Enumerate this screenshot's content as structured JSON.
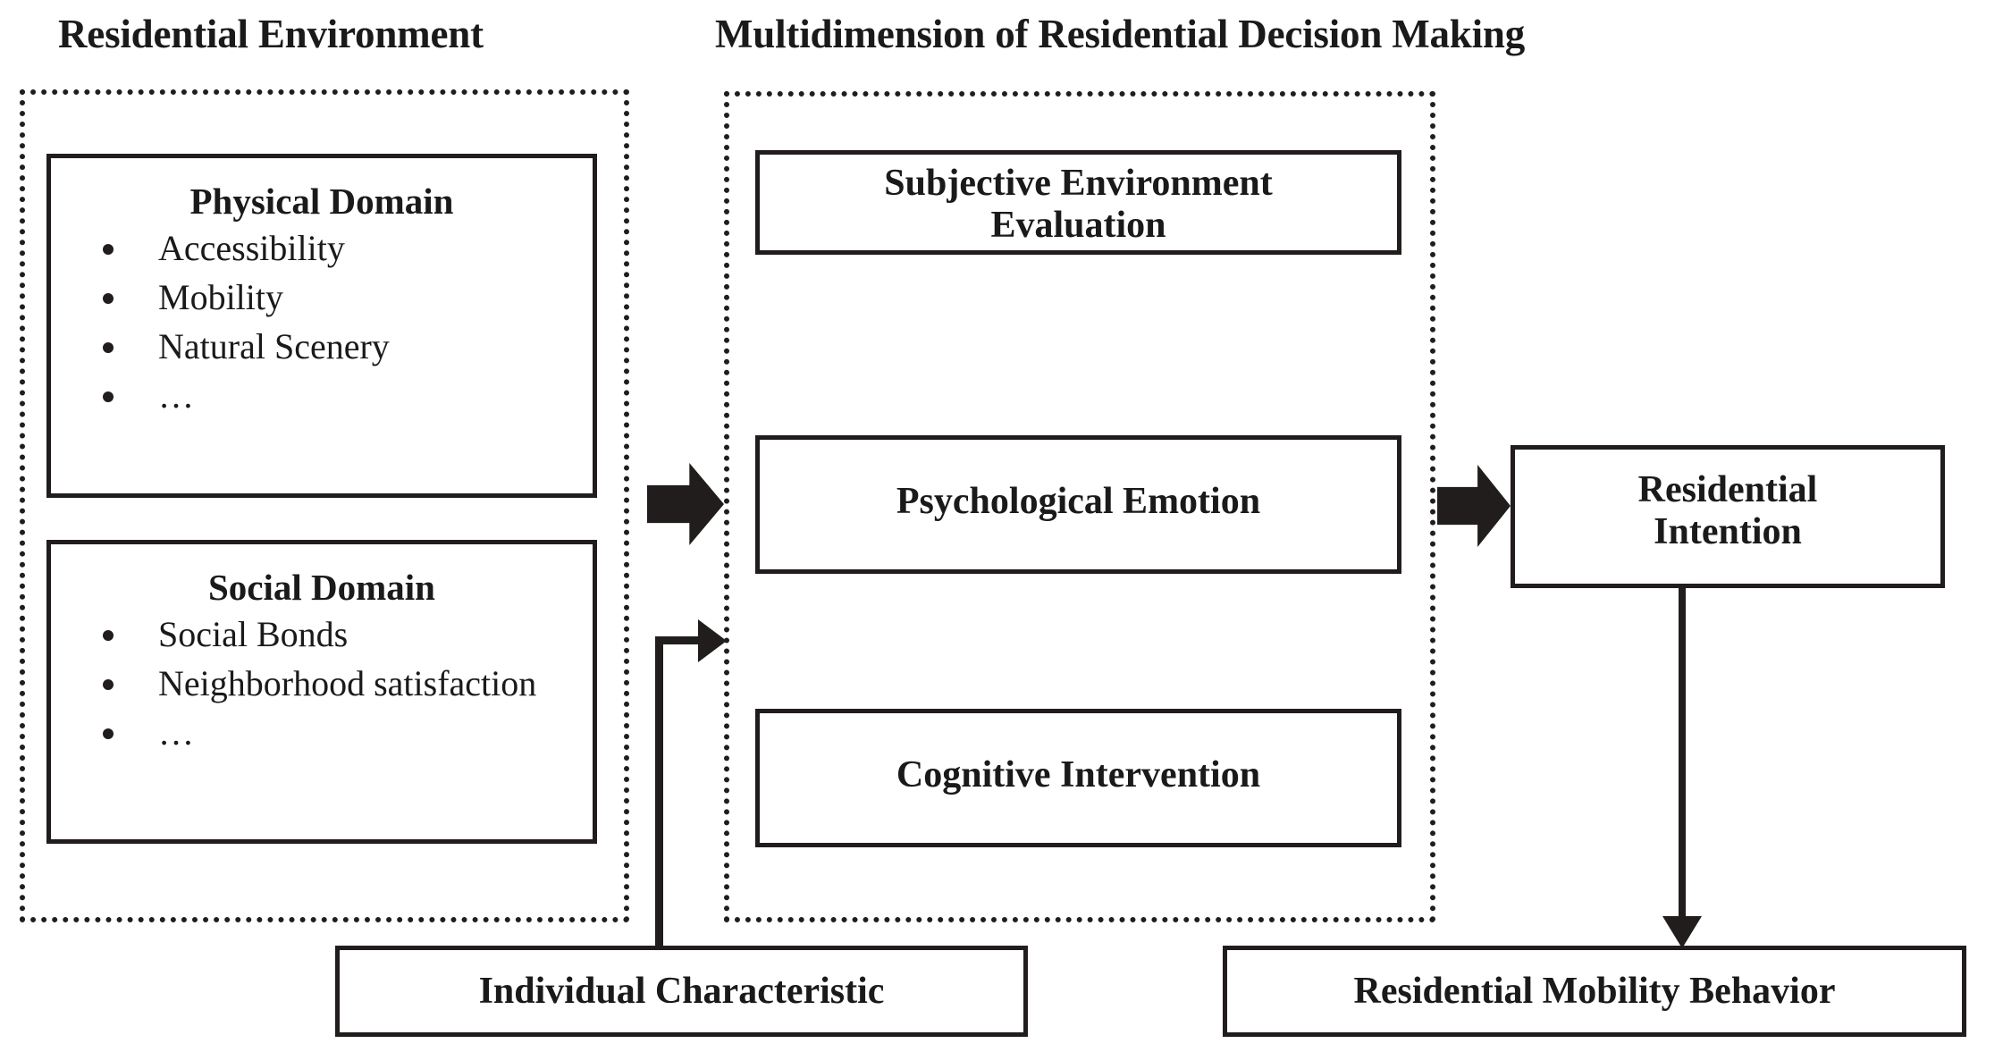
{
  "diagram": {
    "title_left": "Residential Environment",
    "title_middle": "Multidimension of Residential Decision Making",
    "left_group": {
      "cards": [
        {
          "title": "Physical Domain",
          "items": [
            "Accessibility",
            "Mobility",
            "Natural Scenery",
            "…"
          ]
        },
        {
          "title": "Social Domain",
          "items": [
            "Social Bonds",
            "Neighborhood satisfaction",
            "…"
          ]
        }
      ]
    },
    "middle_group": {
      "boxes": [
        {
          "label": "Subjective Environment\nEvaluation"
        },
        {
          "label": "Psychological Emotion"
        },
        {
          "label": "Cognitive Intervention"
        }
      ]
    },
    "right_group": {
      "box": {
        "label": "Residential\nIntention"
      }
    },
    "bottom_row": {
      "left_box": {
        "label": "Individual Characteristic"
      },
      "right_box": {
        "label": "Residential Mobility Behavior"
      }
    },
    "arrows": [
      {
        "name": "environment-to-multidimension",
        "style": "block",
        "direction": "right"
      },
      {
        "name": "multidimension-to-intention",
        "style": "block",
        "direction": "right"
      },
      {
        "name": "individual-characteristic-to-multidimension",
        "style": "elbow-line",
        "direction": "up-right"
      },
      {
        "name": "intention-to-mobility-behavior",
        "style": "line",
        "direction": "down"
      }
    ],
    "colors": {
      "ink": "#211d1c",
      "background": "#ffffff"
    }
  }
}
